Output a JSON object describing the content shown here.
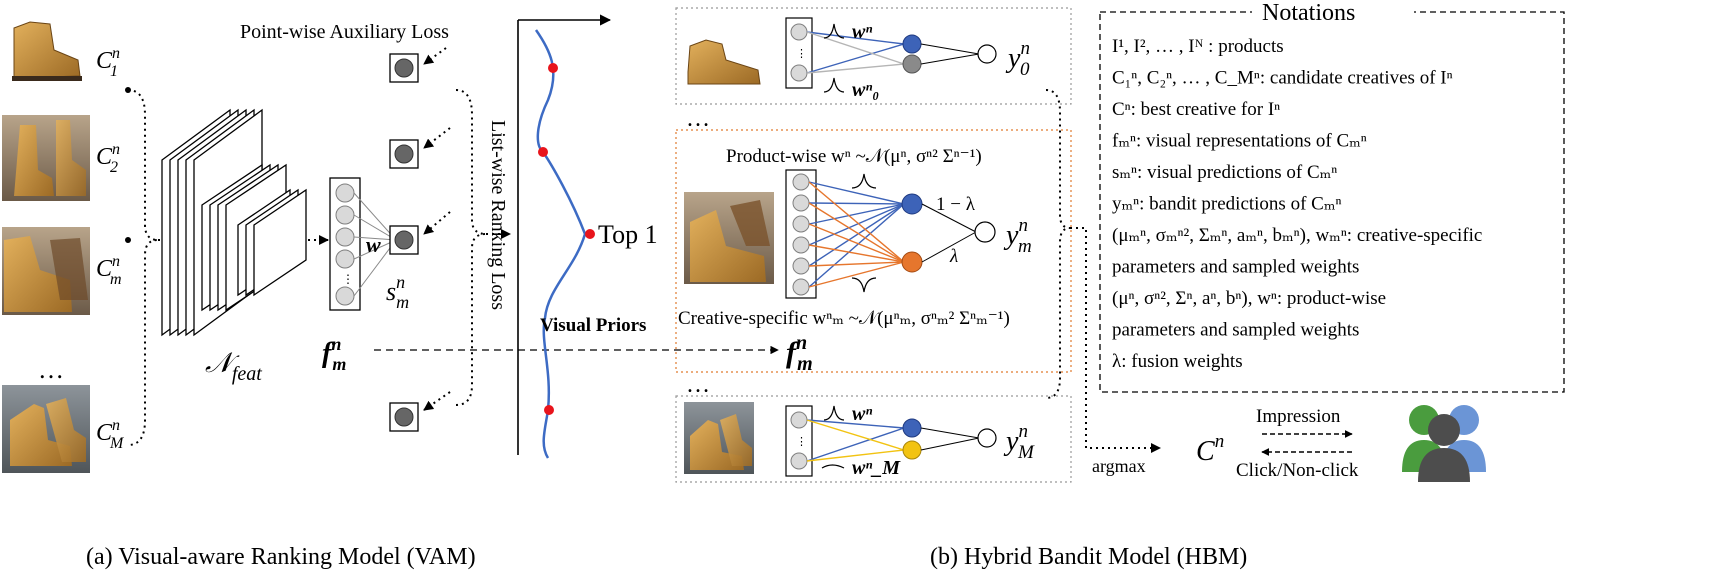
{
  "colors": {
    "blue": "#3d63b8",
    "orange": "#e6762d",
    "yellow": "#f2c312",
    "gray": "#8a8a8a",
    "red": "#e8141c",
    "curve": "#3d6bc4",
    "accent": "#e07a2e"
  },
  "vam": {
    "caption": "(a) Visual-aware Ranking Model (VAM)",
    "aux_loss": "Point-wise Auxiliary Loss",
    "ranking_loss": "List-wise Ranking Loss",
    "net": "𝒩",
    "net_sub": "feat",
    "w": "w",
    "s": "s",
    "s_sup": "n",
    "s_sub": "m",
    "f": "f",
    "f_sup": "n",
    "f_sub": "m",
    "ellipsis": "…",
    "creatives": [
      {
        "base": "C",
        "sup": "n",
        "sub": "1"
      },
      {
        "base": "C",
        "sup": "n",
        "sub": "2"
      },
      {
        "base": "C",
        "sup": "n",
        "sub": "m"
      },
      {
        "base": "C",
        "sup": "n",
        "sub": "M"
      }
    ],
    "top1": "Top 1",
    "visual_priors": "Visual Priors"
  },
  "hbm": {
    "caption": "(b) Hybrid Bandit Model (HBM)",
    "top_w": "wⁿ",
    "top_w0": "wⁿ₀",
    "y0": "y",
    "y0_sup": "n",
    "y0_sub": "0",
    "mid_product": "Product-wise wⁿ ~𝒩(μⁿ, σⁿ² Σⁿ⁻¹)",
    "mid_creative": "Creative-specific wⁿₘ ~𝒩(μⁿₘ, σⁿₘ² Σⁿₘ⁻¹)",
    "one_minus_lambda": "1 − λ",
    "lambda": "λ",
    "ym": "y",
    "ym_sup": "n",
    "ym_sub": "m",
    "fm": "f",
    "fm_sup": "n",
    "fm_sub": "m",
    "bot_w": "wⁿ",
    "bot_wM": "wⁿ_M",
    "yM": "y",
    "yM_sup": "n",
    "yM_sub": "M",
    "ellipsis": "…",
    "argmax": "argmax",
    "cn": "C",
    "cn_sup": "n",
    "impression": "Impression",
    "click": "Click/Non-click"
  },
  "notations": {
    "title": "Notations",
    "lines": [
      "I¹, I², … , Iᴺ :  products",
      "C₁ⁿ, C₂ⁿ, … , C_Mⁿ: candidate creatives of Iⁿ",
      "Cⁿ: best creative for Iⁿ",
      "fₘⁿ: visual representations of Cₘⁿ",
      "sₘⁿ: visual predictions of Cₘⁿ",
      "yₘⁿ: bandit predictions of Cₘⁿ",
      "(μₘⁿ,  σₘⁿ², Σₘⁿ, aₘⁿ, bₘⁿ), wₘⁿ: creative-specific",
      "parameters and sampled weights",
      "(μⁿ, σⁿ², Σⁿ, aⁿ, bⁿ), wⁿ: product-wise",
      "parameters and sampled weights",
      "λ: fusion weights"
    ]
  }
}
